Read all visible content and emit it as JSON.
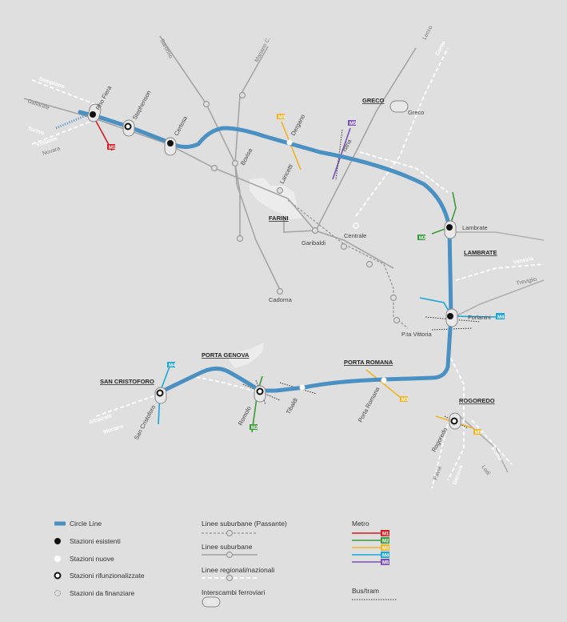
{
  "colors": {
    "circle_line": "#4a90c2",
    "m1": "#d11f26",
    "m2": "#3a9a3a",
    "m3": "#f0b323",
    "m4": "#1aa6d9",
    "m5": "#7a4fb5",
    "suburban": "#a0a0a0",
    "background": "#dfdfdf"
  },
  "districts": {
    "greco": "GRECO",
    "farini": "FARINI",
    "lambrate": "LAMBRATE",
    "porta_genova": "PORTA GENOVA",
    "porta_romana": "PORTA ROMANA",
    "san_cristoforo": "SAN CRISTOFORO",
    "rogoredo": "ROGOREDO"
  },
  "stations": {
    "rho_fiera": "Rho Fiera",
    "stephenson": "Stephenson",
    "certosa": "Certosa",
    "bovisa": "Bovisa",
    "dergano": "Dergano",
    "istria": "Istria",
    "lancetti": "Lancetti",
    "garibaldi": "Garibaldi",
    "centrale": "Centrale",
    "greco": "Greco",
    "lambrate": "Lambrate",
    "forlanini": "Forlanini",
    "pta_vittoria": "P.ta Vittoria",
    "cadorna": "Cadorna",
    "porta_romana": "Porta Romana",
    "tibaldi": "Tibaldi",
    "romolo": "Romolo",
    "san_cristoforo": "San Cristoforo",
    "rogoredo": "Rogoredo"
  },
  "directions": {
    "sempione": "Sempione",
    "gallarate": "Gallarate",
    "torino": "Torino",
    "vittuone": "Vittuone",
    "novara": "Novara",
    "saronno": "Saronno",
    "mariano": "Mariano C.",
    "lecco": "Lecco",
    "como": "Como",
    "venezia": "Venezia",
    "treviglio": "Treviglio",
    "albairate": "Albairate",
    "mortara": "Mortara",
    "pavia": "Pavia",
    "genova": "Genova",
    "lodi": "Lodi",
    "roma": "Roma"
  },
  "metro_badges": {
    "m1": "M1",
    "m2": "M2",
    "m3": "M3",
    "m4": "M4",
    "m5": "M5"
  },
  "legend": {
    "circle_line": "Circle Line",
    "existing": "Stazioni esistenti",
    "new": "Stazioni nuove",
    "refunctionalized": "Stazioni rifunzionalizzate",
    "to_finance": "Stazioni da finanziare",
    "passante": "Linee suburbane (Passante)",
    "suburban": "Linee suburbane",
    "regional": "Linee regionali/nazionali",
    "interchange": "Interscambi ferroviari",
    "metro": "Metro",
    "bus_tram": "Bus/tram",
    "metro_lines": [
      "M1",
      "M2",
      "M3",
      "M4",
      "M5"
    ]
  }
}
